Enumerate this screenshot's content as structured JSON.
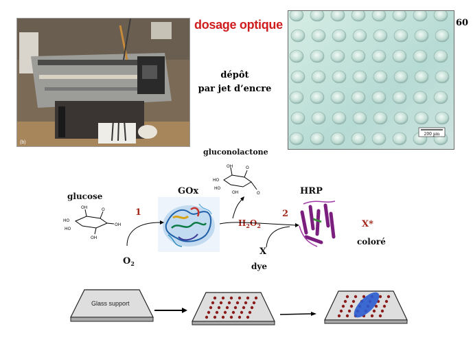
{
  "title": "dosage optique",
  "page_number": "60",
  "deposit": {
    "line1": "dépôt",
    "line2": "par jet d’encre"
  },
  "photo1_caption": "(b)",
  "photo2_scalebar": "200 µm",
  "reaction": {
    "glucose": "glucose",
    "gox": "GOx",
    "gluconolactone": "gluconolactone",
    "step1": "1",
    "o2_main": "O",
    "o2_sub": "2",
    "h2o2_h": "H",
    "h2o2_sub1": "2",
    "h2o2_o": "O",
    "h2o2_sub2": "2",
    "step2": "2",
    "hrp": "HRP",
    "x": "X",
    "dye": "dye",
    "xstar": "X*",
    "colore": "coloré"
  },
  "bottom": {
    "glass_support": "Glass support"
  }
}
